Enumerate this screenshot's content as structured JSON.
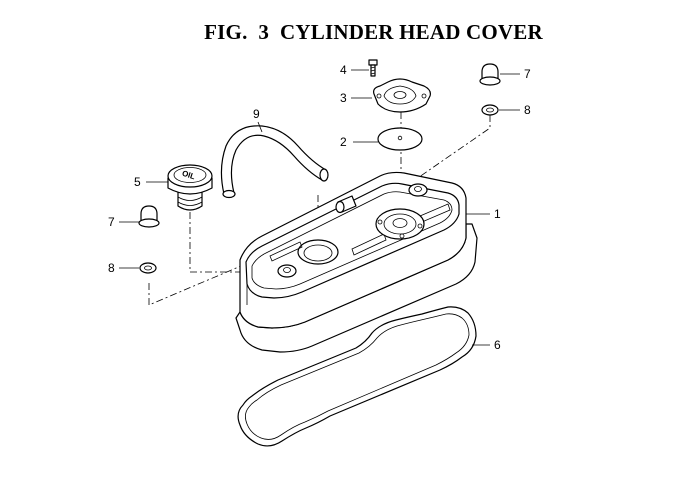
{
  "figure": {
    "title": "FIG.  3  CYLINDER HEAD COVER",
    "cap_marking": "OIL"
  },
  "callouts": [
    {
      "id": "1",
      "label": "1"
    },
    {
      "id": "2",
      "label": "2"
    },
    {
      "id": "3",
      "label": "3"
    },
    {
      "id": "4",
      "label": "4"
    },
    {
      "id": "5",
      "label": "5"
    },
    {
      "id": "6",
      "label": "6"
    },
    {
      "id": "7a",
      "label": "7"
    },
    {
      "id": "7b",
      "label": "7"
    },
    {
      "id": "8a",
      "label": "8"
    },
    {
      "id": "8b",
      "label": "8"
    },
    {
      "id": "9",
      "label": "9"
    }
  ]
}
